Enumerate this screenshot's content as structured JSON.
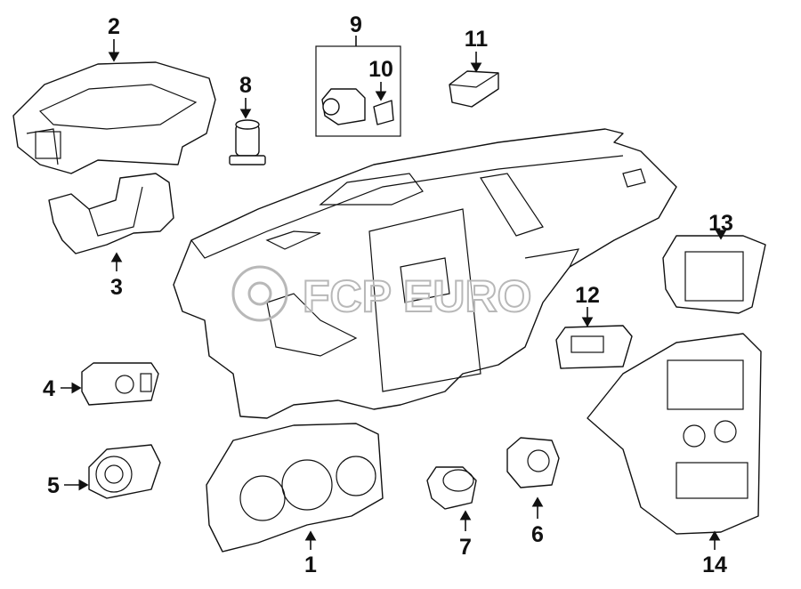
{
  "watermark": "FCP EURO",
  "callouts": [
    {
      "id": "1",
      "label": "1"
    },
    {
      "id": "2",
      "label": "2"
    },
    {
      "id": "3",
      "label": "3"
    },
    {
      "id": "4",
      "label": "4"
    },
    {
      "id": "5",
      "label": "5"
    },
    {
      "id": "6",
      "label": "6"
    },
    {
      "id": "7",
      "label": "7"
    },
    {
      "id": "8",
      "label": "8"
    },
    {
      "id": "9",
      "label": "9"
    },
    {
      "id": "10",
      "label": "10"
    },
    {
      "id": "11",
      "label": "11"
    },
    {
      "id": "12",
      "label": "12"
    },
    {
      "id": "13",
      "label": "13"
    },
    {
      "id": "14",
      "label": "14"
    }
  ]
}
